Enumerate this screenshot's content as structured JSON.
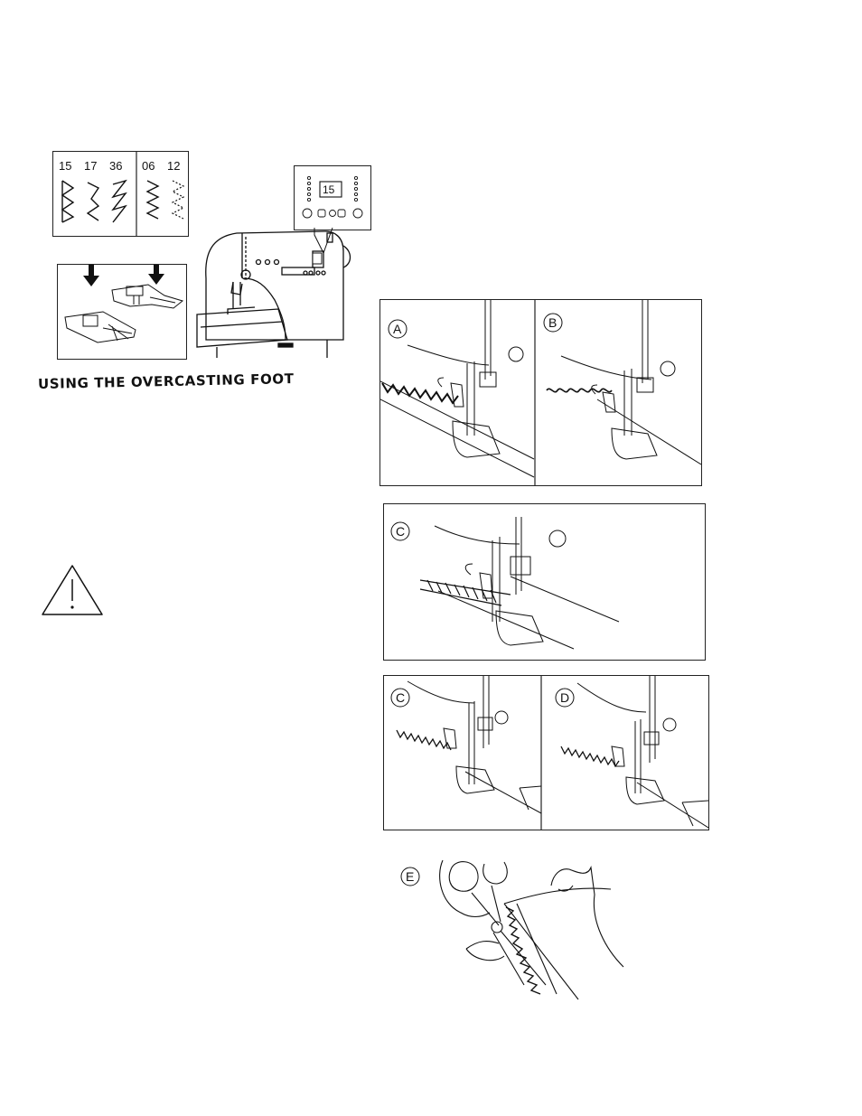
{
  "heading": "USING THE OVERCASTING FOOT",
  "stitch_chart": {
    "left_numbers": [
      "15",
      "17",
      "36"
    ],
    "right_numbers": [
      "06",
      "12"
    ]
  },
  "display_panel": {
    "value": "15"
  },
  "figures": {
    "A": {
      "label": "A"
    },
    "B": {
      "label": "B"
    },
    "C_wide": {
      "label": "C"
    },
    "C": {
      "label": "C"
    },
    "D": {
      "label": "D"
    },
    "E": {
      "label": "E"
    }
  }
}
